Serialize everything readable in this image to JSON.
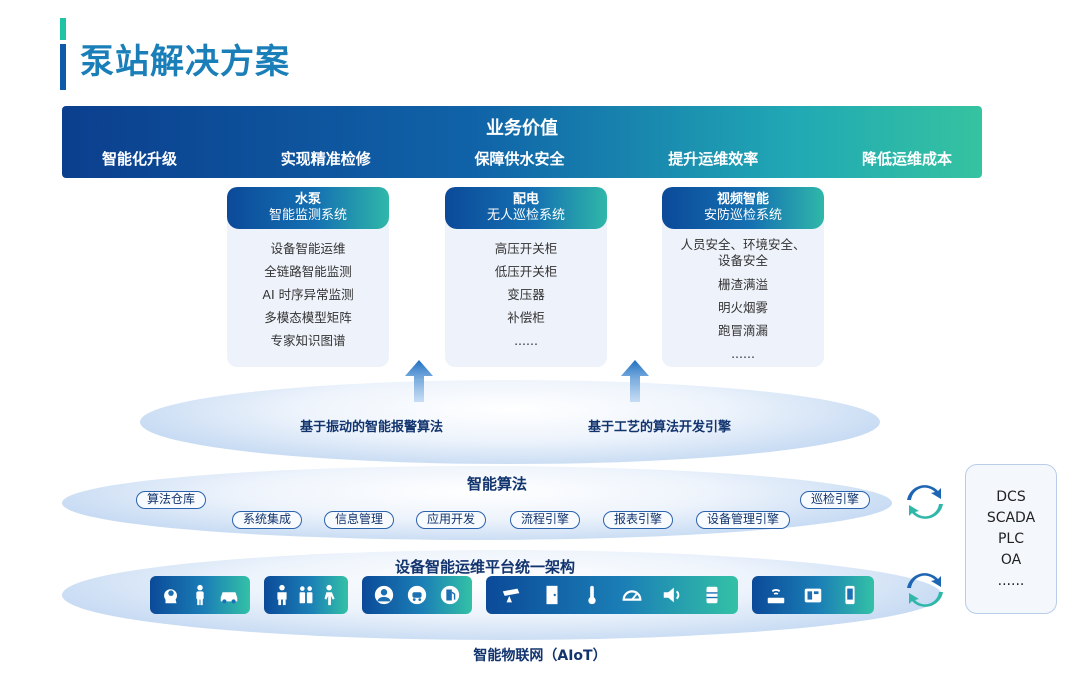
{
  "page": {
    "title": "泵站解决方案"
  },
  "colors": {
    "brand_blue": "#0b4a99",
    "accent_teal": "#35c3a0",
    "title_blue": "#1a7fb8",
    "text_navy": "#12346e"
  },
  "value_bar": {
    "title": "业务价值",
    "items": [
      "智能化升级",
      "实现精准检修",
      "保障供水安全",
      "提升运维效率",
      "降低运维成本"
    ]
  },
  "systems": [
    {
      "title": "水泵",
      "subtitle": "智能监测系统",
      "items": [
        "设备智能运维",
        "全链路智能监测",
        "AI 时序异常监测",
        "多模态模型矩阵",
        "专家知识图谱"
      ]
    },
    {
      "title": "配电",
      "subtitle": "无人巡检系统",
      "items": [
        "高压开关柜",
        "低压开关柜",
        "变压器",
        "补偿柜",
        "......"
      ]
    },
    {
      "title": "视频智能",
      "subtitle": "安防巡检系统",
      "items_multi": [
        "人员安全、环境安全、",
        "设备安全"
      ],
      "items": [
        "栅渣满溢",
        "明火烟雾",
        "跑冒滴漏",
        "......"
      ]
    }
  ],
  "engines": {
    "left": "基于振动的智能报警算法",
    "right": "基于工艺的算法开发引擎"
  },
  "algorithm_layer": {
    "title": "智能算法",
    "modules": [
      "算法仓库",
      "系统集成",
      "信息管理",
      "应用开发",
      "流程引擎",
      "报表引擎",
      "设备管理引擎",
      "巡检引擎"
    ]
  },
  "platform_layer": {
    "title": "设备智能运维平台统一架构"
  },
  "iot_layer": {
    "label": "智能物联网（AIoT）",
    "icon_groups": [
      [
        "head-chat-icon",
        "person-icon",
        "car-icon"
      ],
      [
        "worker-icon",
        "group-icon",
        "walker-icon"
      ],
      [
        "user-badge-icon",
        "driver-icon",
        "fuel-icon"
      ],
      [
        "camera-icon",
        "door-icon",
        "thermometer-icon",
        "gauge-icon",
        "speaker-icon",
        "barrel-icon"
      ],
      [
        "router-icon",
        "phone-icon",
        "mobile-icon"
      ]
    ]
  },
  "external_systems": [
    "DCS",
    "SCADA",
    "PLC",
    "OA",
    "......"
  ]
}
